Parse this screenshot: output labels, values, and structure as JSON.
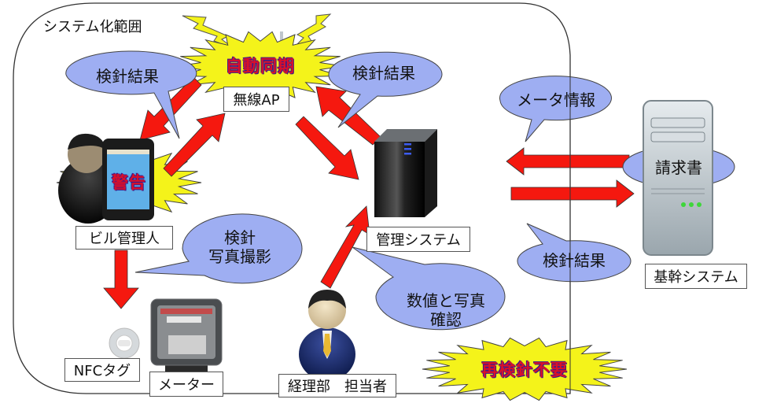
{
  "diagram": {
    "title": "システム化範囲",
    "colors": {
      "arrow": "#f5180f",
      "bubble": "#9eaef2",
      "burst": "#f4f31a",
      "burst_text": "#d8102a",
      "burst_text_outline": "#3a1b8c",
      "server_led_blue": "#3c5cf0",
      "server_led_green": "#3ed63a"
    },
    "bursts": {
      "auto_sync": "自動同期",
      "warning": "警告",
      "no_reread": "再検針不要"
    },
    "bubbles": {
      "reading_result_left": "検針結果",
      "reading_result_center": "検針結果",
      "meter_info": "メータ情報",
      "invoice": "請求書",
      "reading_result_right": "検針結果",
      "reading_photo_line1": "検針",
      "reading_photo_line2": "写真撮影",
      "confirm_line1": "数値と写真",
      "confirm_line2": "確認"
    },
    "nodes": {
      "wireless_ap": "無線AP",
      "building_manager": "ビル管理人",
      "management_system": "管理システム",
      "core_system": "基幹システム",
      "nfc_tag": "NFCタグ",
      "meter": "メーター",
      "accounting_staff": "経理部　担当者"
    }
  }
}
